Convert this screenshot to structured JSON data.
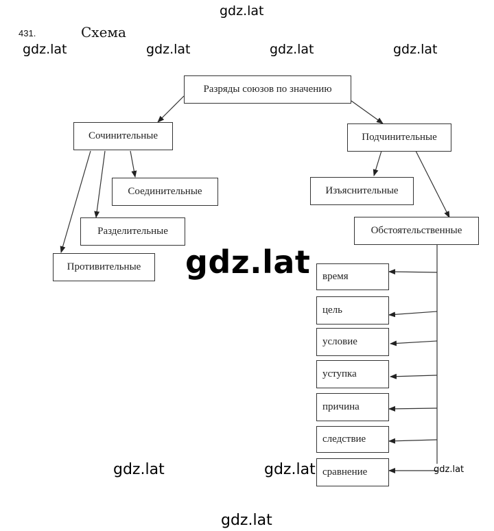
{
  "page": {
    "task_number": "431.",
    "title": "Схема"
  },
  "watermarks": {
    "text": "gdz.lat"
  },
  "diagram": {
    "root": "Разряды союзов по значению",
    "coordinating": {
      "label": "Сочинительные",
      "children": [
        "Соединительные",
        "Разделительные",
        "Противительные"
      ]
    },
    "subordinating": {
      "label": "Подчинительные",
      "children": [
        "Изъяснительные",
        "Обстоятельственные"
      ],
      "circumstantial_types": [
        "время",
        "цель",
        "условие",
        "уступка",
        "причина",
        "следствие",
        "сравнение"
      ]
    }
  }
}
